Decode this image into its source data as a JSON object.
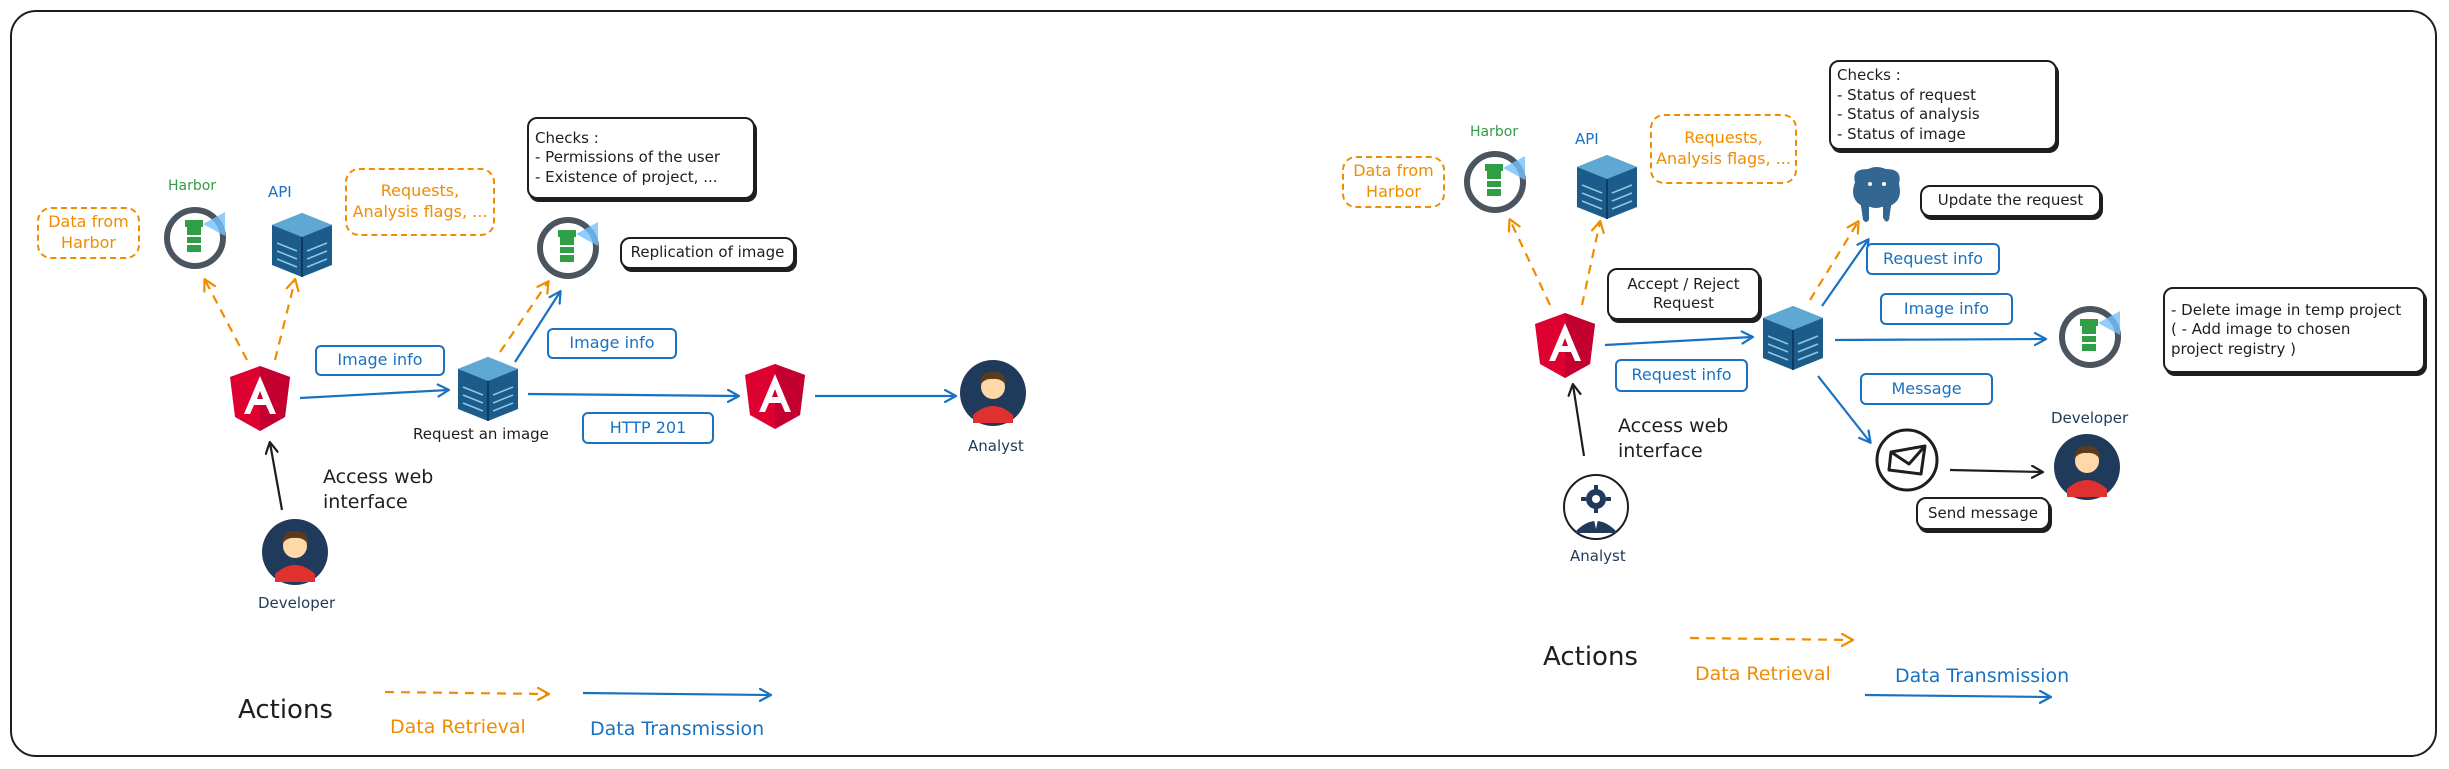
{
  "colors": {
    "retrieval": "#f08c00",
    "transmission": "#1971c2",
    "ink": "#1e1e1e",
    "harbor_green": "#2f9e44",
    "angular_red": "#dd0031",
    "avatar_navy": "#1f3a5a"
  },
  "left": {
    "harbor_label": "Harbor",
    "api_label": "API",
    "data_from_harbor": [
      "Data from",
      "Harbor"
    ],
    "requests_flags": [
      "Requests,",
      "Analysis flags, ..."
    ],
    "checks": [
      "Checks :",
      "- Permissions of the user",
      "- Existence of project, ..."
    ],
    "replication": "Replication of image",
    "image_info_1": "Image info",
    "image_info_2": "Image info",
    "http_201": "HTTP 201",
    "request_image": "Request an image",
    "access_web": [
      "Access web",
      "interface"
    ],
    "developer_label": "Developer",
    "analyst_label": "Analyst"
  },
  "right": {
    "harbor_label": "Harbor",
    "api_label": "API",
    "data_from_harbor": [
      "Data from",
      "Harbor"
    ],
    "requests_flags": [
      "Requests,",
      "Analysis flags, ..."
    ],
    "checks": [
      "Checks :",
      "- Status of request",
      "- Status of analysis",
      "- Status of image"
    ],
    "update_request": "Update the request",
    "accept_reject": [
      "Accept / Reject",
      "Request"
    ],
    "request_info_top": "Request info",
    "request_info_bottom": "Request info",
    "image_info": "Image info",
    "message": "Message",
    "send_message": "Send message",
    "delete_image": [
      "- Delete image in temp project",
      "( - Add image to chosen",
      "project registry )"
    ],
    "developer_label": "Developer",
    "access_web": [
      "Access web",
      "interface"
    ],
    "analyst_label": "Analyst"
  },
  "legend_left": {
    "actions": "Actions",
    "data_retrieval": "Data Retrieval",
    "data_transmission": "Data Transmission"
  },
  "legend_right": {
    "actions": "Actions",
    "data_retrieval": "Data Retrieval",
    "data_transmission": "Data Transmission"
  }
}
